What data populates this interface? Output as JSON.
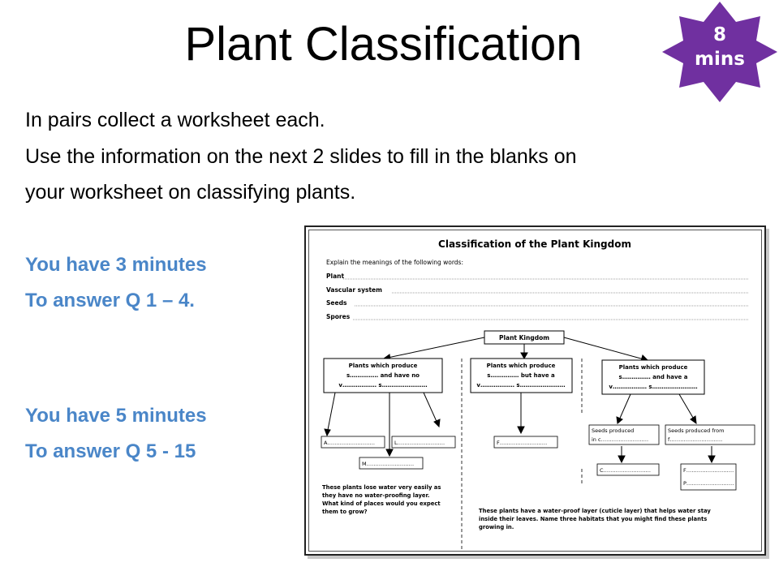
{
  "slide": {
    "title": "Plant Classification",
    "timer": {
      "number": "8",
      "unit": "mins",
      "color": "#7030a0"
    },
    "intro": [
      "In pairs collect a worksheet each.",
      "Use the information on the next 2 slides to fill in the blanks on",
      "your worksheet on classifying plants."
    ],
    "task1": [
      "You have 3 minutes",
      "To answer Q 1 – 4."
    ],
    "task2": [
      "You have 5 minutes",
      "To answer Q 5 - 15"
    ],
    "accent_color": "#4a86c8"
  },
  "worksheet": {
    "title": "Classification of the Plant Kingdom",
    "instruction": "Explain the meanings of the following words:",
    "terms": [
      "Plant",
      "Vascular system",
      "Seeds",
      "Spores"
    ],
    "root": "Plant Kingdom",
    "groups": [
      {
        "line1": "Plants which produce",
        "line2": "s……………  and have no",
        "line3": "v………………  s……………………"
      },
      {
        "line1": "Plants which produce",
        "line2": "s……………  but have a",
        "line3": "v………………  s……………………"
      },
      {
        "line1": "Plants which produce",
        "line2": "s……………  and have a",
        "line3": "v………………  s……………………"
      }
    ],
    "answers": {
      "a": "A………………………",
      "l": "L………………………",
      "m": "M………………………",
      "f1": "F………………………",
      "c": "C………………………",
      "f2": "F………………………",
      "p": "P………………………"
    },
    "seeds_cone": [
      "Seeds produced",
      "in c………………………"
    ],
    "seeds_flower": [
      "Seeds produced from",
      "f…………………………"
    ],
    "note_left": [
      "These plants lose water very easily as",
      "they have no water-proofing layer.",
      "What kind of places would you expect",
      "them to grow?"
    ],
    "note_right": [
      "These plants have a water-proof  layer  (cuticle layer) that helps water stay",
      "inside their leaves.  Name three habitats that you might find these plants",
      "growing in."
    ]
  }
}
